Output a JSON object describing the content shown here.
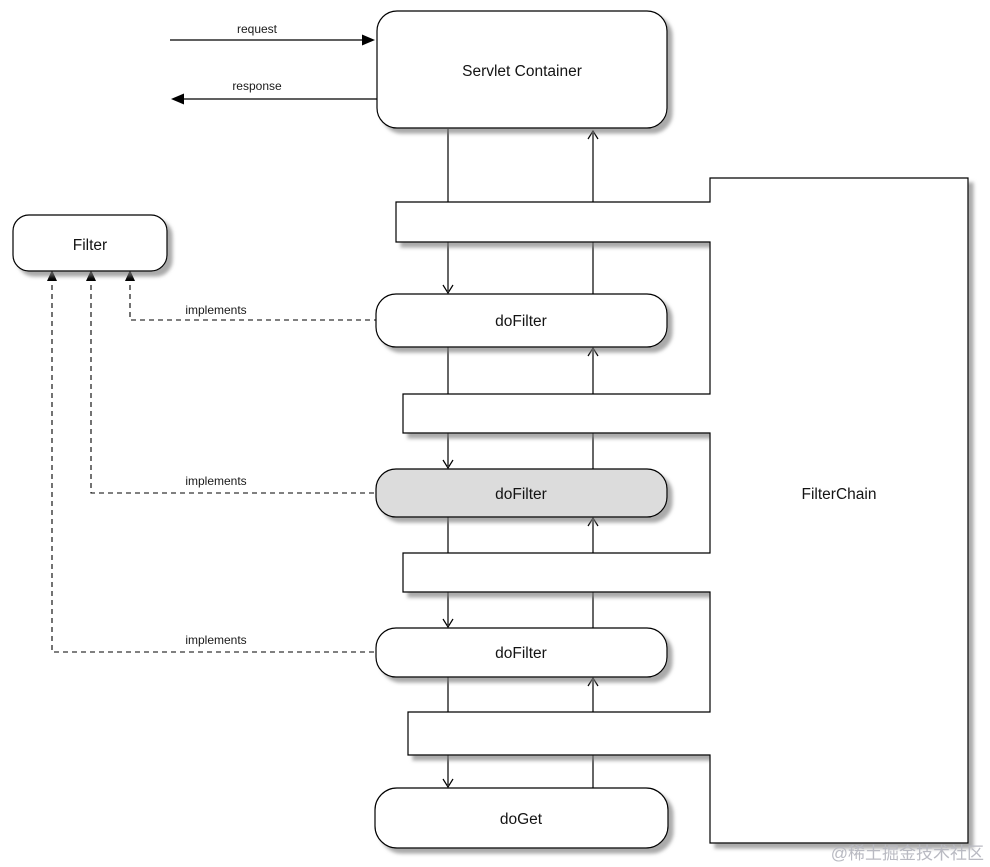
{
  "diagram": {
    "nodes": [
      {
        "id": "servlet-container",
        "label": "Servlet Container",
        "highlighted": false
      },
      {
        "id": "filter-interface",
        "label": "Filter",
        "highlighted": false
      },
      {
        "id": "dofilter-1",
        "label": "doFilter",
        "highlighted": false
      },
      {
        "id": "dofilter-2",
        "label": "doFilter",
        "highlighted": true
      },
      {
        "id": "dofilter-3",
        "label": "doFilter",
        "highlighted": false
      },
      {
        "id": "doget",
        "label": "doGet",
        "highlighted": false
      },
      {
        "id": "filterchain",
        "label": "FilterChain",
        "highlighted": false
      }
    ],
    "edge_labels": {
      "request": "request",
      "response": "response",
      "implements": "implements"
    }
  },
  "watermark": "@稀土掘金技术社区",
  "colors": {
    "stroke": "#000000",
    "node_fill": "#ffffff",
    "highlight_fill": "#dcdcdc",
    "watermark": "#b9bac2",
    "background": "#ffffff"
  }
}
